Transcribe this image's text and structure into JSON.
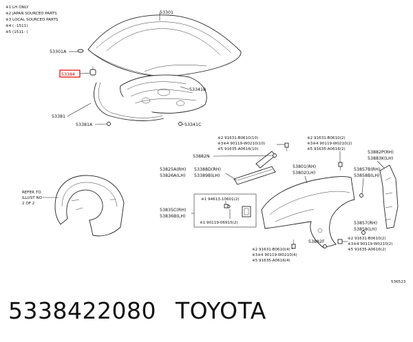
{
  "notes": [
    "※1 LH ONLY",
    "※2 JAPAN SOURCED PARTS",
    "※3 LOCAL SOURCED PARTS",
    "※4 (     -1511)",
    "※5 (1511-     )"
  ],
  "labels": {
    "p53301": "53301",
    "p53301A": "53301A",
    "p53384": "53384",
    "p53341B": "53341B",
    "p53381": "53381",
    "p53381A": "53381A",
    "p53341C": "53341C",
    "p53882N": "53882N",
    "p53825A": "53825A(RH)",
    "p53826A": "53826A(LH)",
    "p53388D": "53388D(RH)",
    "p53389B": "53389B(LH)",
    "p53801": "53801(RH)",
    "p53802": "53802(LH)",
    "p53882P": "53882P(RH)",
    "p53883K": "53883K(LH)",
    "p53857B": "53857B(RH)",
    "p53858B": "53858B(LH)",
    "p53835C": "53835C(RH)",
    "p53836B": "53836B(LH)",
    "p53857R": "53857(RH)",
    "p53858L": "53858(LH)",
    "p53882F": "53882F",
    "refer1": "REFER TO",
    "refer2": "ILLUST NO",
    "refer3": "2 OF 2",
    "diag_no": "536523"
  },
  "fastener_groups": {
    "top_center": [
      "※2  91631-B0610(10)",
      "※3※4 90119-W0210(10)",
      "※5  91635-A0616(10)"
    ],
    "top_right": [
      "※2  91631-B0610(2)",
      "※3※4 90119-W0210(2)",
      "※5  91635-A0616(2)"
    ],
    "mid_left": [
      "※1 94613-10601(2)",
      "※1 90119-06915(2)"
    ],
    "bottom_center": [
      "※2  91631-B0610(4)",
      "※3※4 90119-W0210(4)",
      "※5  91635-A0616(4)"
    ],
    "bottom_right": [
      "※2  91631-B0610(2)",
      "※3※4 90119-W0210(2)",
      "※5  91635-A0616(2)"
    ]
  },
  "caption": {
    "part_number": "5338422080",
    "brand": "TOYOTA"
  },
  "colors": {
    "highlight": "#e10000"
  }
}
